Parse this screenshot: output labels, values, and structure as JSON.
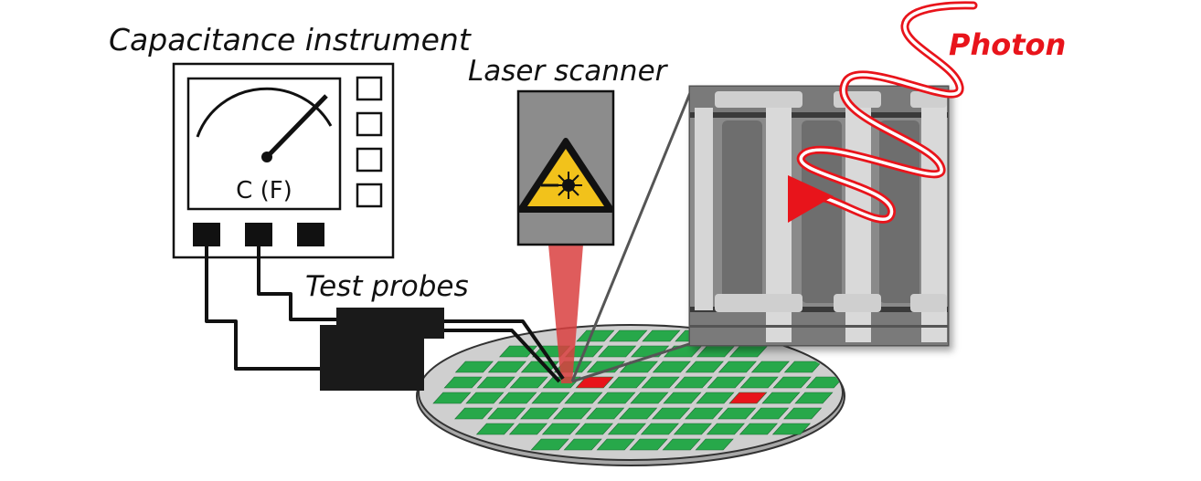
{
  "labels": {
    "instrument": "Capacitance instrument",
    "scanner": "Laser scanner",
    "probes": "Test probes",
    "photon": "Photon",
    "meter_unit": "C (F)"
  },
  "colors": {
    "photon": "#e8141b",
    "die": "#27a84a",
    "die_selected": "#e8141b",
    "wafer": "#cfcfcf",
    "laser_beam": "#d94040",
    "warning_sign": "#f2c21b",
    "probe_body": "#1a1a1a"
  },
  "icons": {
    "laser_warning": "laser-hazard-icon",
    "meter_needle": "gauge-needle-icon"
  }
}
